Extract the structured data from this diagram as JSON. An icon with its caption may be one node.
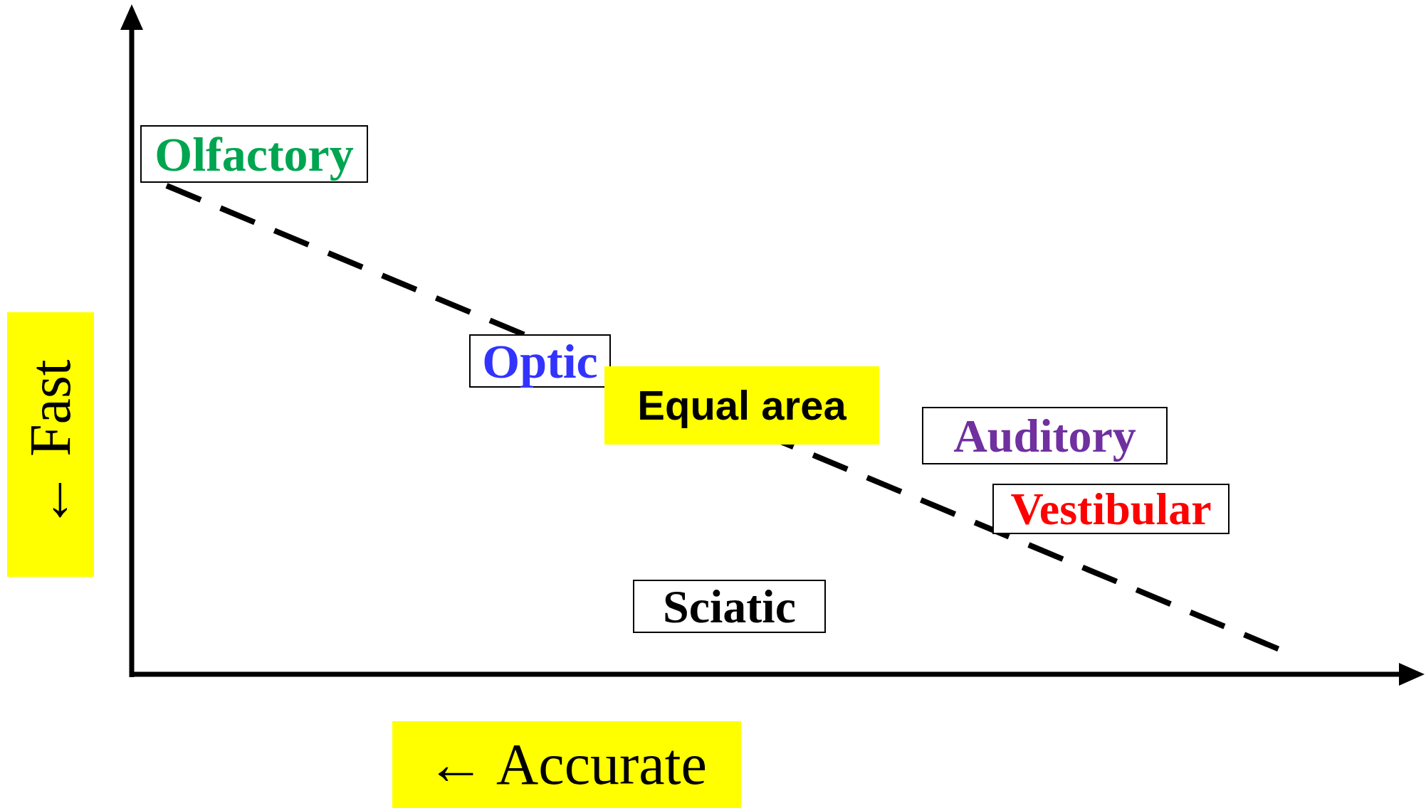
{
  "diagram": {
    "nodes": [
      {
        "text": [
          "Olfactory"
        ]
      },
      {
        "text": [
          "Optic"
        ]
      },
      {
        "text": [
          "Equal area"
        ]
      },
      {
        "text": [
          "Auditory"
        ]
      },
      {
        "text": [
          "Vestibular"
        ]
      },
      {
        "text": [
          "Sciatic"
        ]
      },
      {
        "text": [
          "← Fast"
        ]
      },
      {
        "text": [
          "← Accurate"
        ]
      }
    ]
  }
}
